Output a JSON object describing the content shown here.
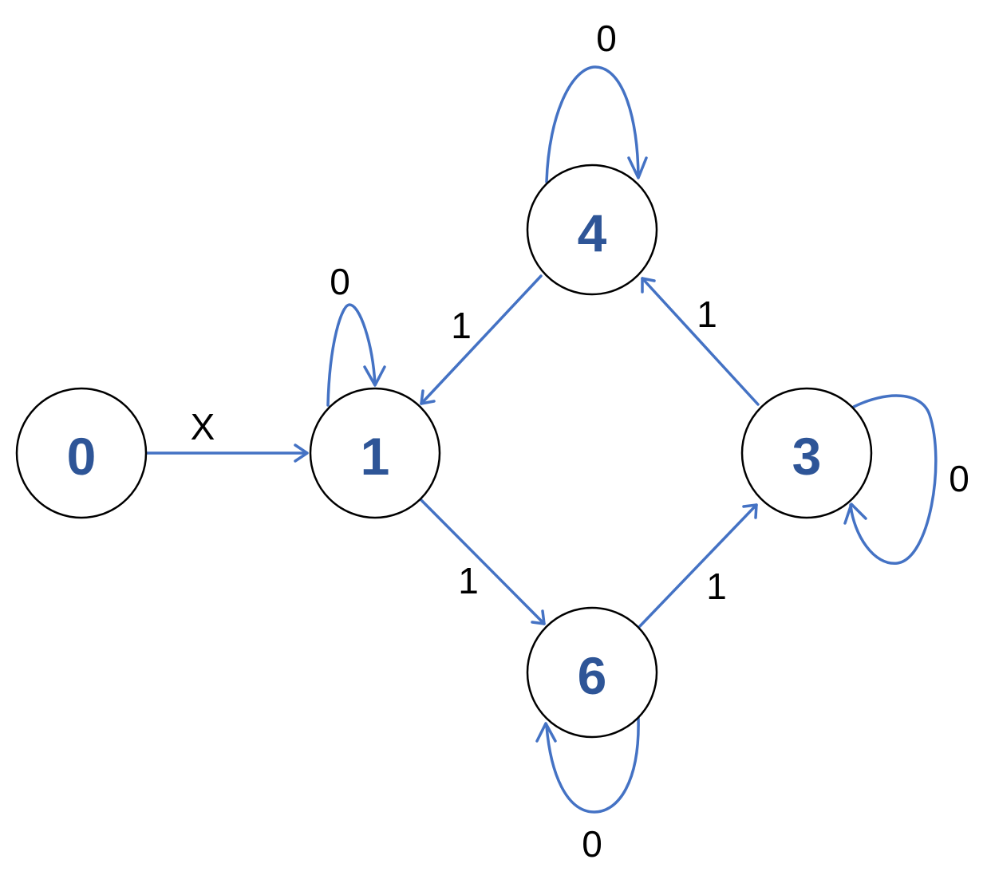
{
  "colors": {
    "edge": "#4472c4",
    "node_label": "#2e5597",
    "node_border": "#000000",
    "edge_label": "#000000"
  },
  "nodes": [
    {
      "id": "n0",
      "label": "0"
    },
    {
      "id": "n1",
      "label": "1"
    },
    {
      "id": "n4",
      "label": "4"
    },
    {
      "id": "n3",
      "label": "3"
    },
    {
      "id": "n6",
      "label": "6"
    }
  ],
  "edges": [
    {
      "id": "e-0-1",
      "from": "0",
      "to": "1",
      "label": "X"
    },
    {
      "id": "e-1-1",
      "from": "1",
      "to": "1",
      "label": "0"
    },
    {
      "id": "e-4-4",
      "from": "4",
      "to": "4",
      "label": "0"
    },
    {
      "id": "e-4-1",
      "from": "4",
      "to": "1",
      "label": "1"
    },
    {
      "id": "e-3-4",
      "from": "3",
      "to": "4",
      "label": "1"
    },
    {
      "id": "e-3-3",
      "from": "3",
      "to": "3",
      "label": "0"
    },
    {
      "id": "e-1-6",
      "from": "1",
      "to": "6",
      "label": "1"
    },
    {
      "id": "e-6-3",
      "from": "6",
      "to": "3",
      "label": "1"
    },
    {
      "id": "e-6-6",
      "from": "6",
      "to": "6",
      "label": "0"
    }
  ]
}
